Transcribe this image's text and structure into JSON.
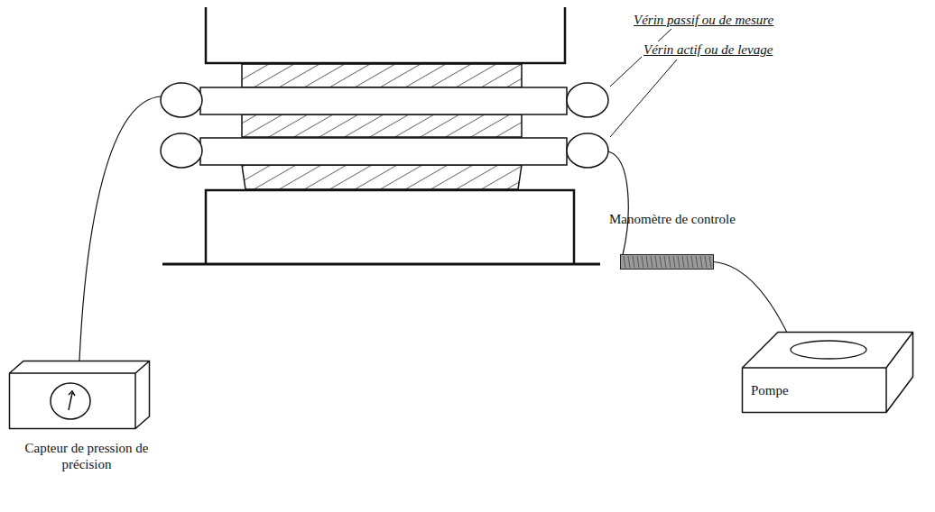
{
  "diagram": {
    "nodes": [
      {
        "text": [
          "Manomètre de controle"
        ]
      },
      {
        "text": [
          "Pompe"
        ]
      },
      {
        "text": [
          "Capteur de pression de précision"
        ]
      }
    ],
    "edges": [
      {
        "from": 0,
        "to": 1,
        "arrow": "none"
      }
    ],
    "labels": [
      "Vérin passif ou de mesure",
      "Vérin actif ou de levage"
    ]
  }
}
